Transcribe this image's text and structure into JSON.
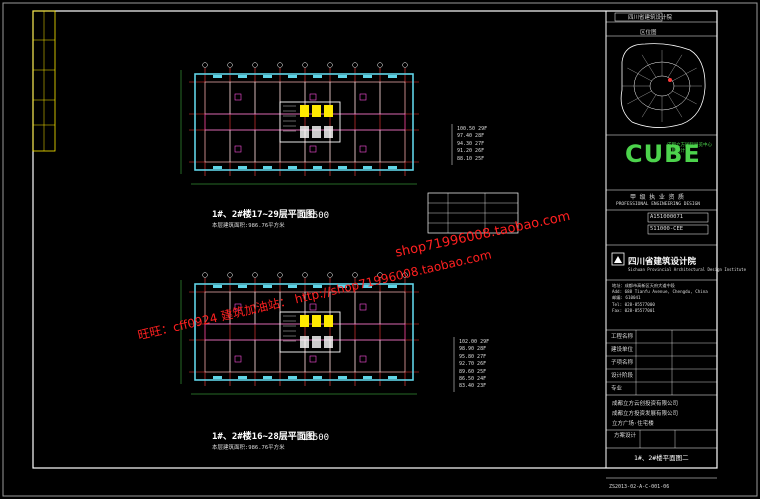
{
  "drawing": {
    "plan_upper": {
      "title": "1#、2#楼17~29层平面图",
      "scale": "1:500",
      "note": "本层建筑面积:986.76平方米"
    },
    "plan_lower": {
      "title": "1#、2#楼16~28层平面图",
      "scale": "1:500",
      "note": "本层建筑面积:986.76平方米"
    },
    "levels_upper": [
      "100.50 29F",
      "97.40 28F",
      "94.30 27F",
      "91.20 26F",
      "88.10 25F"
    ],
    "levels_lower": [
      "102.00 29F",
      "98.90 28F",
      "95.80 27F",
      "92.70 26F",
      "89.60 25F",
      "86.50 24F",
      "83.40 23F"
    ]
  },
  "title_block": {
    "header_label": "四川省建筑设计院",
    "map_label": "区位图",
    "cube_logo": "CUBE",
    "cube_sub": [
      "成都立方国际展览中心",
      "项目设计"
    ],
    "qualification_title": "甲 级 执 业 资 质",
    "qualification_en": "PROFESSIONAL ENGINEERING DESIGN",
    "cert_nos": [
      "A151000071",
      "511000-CEE"
    ],
    "institute_cn": "四川省建筑设计院",
    "institute_en": "Sichuan Provincial Architectural Design Institute",
    "address_lines": [
      "地址：成都市高新区天府大道中段",
      "Add: 688 Tianfu Avenue, Chengdu, China",
      "邮编: 610041",
      "Tel: 028-85577000",
      "Fax: 028-85577001"
    ],
    "rows": [
      "工程名称",
      "建设单位",
      "子项名称",
      "设计阶段",
      "专业"
    ],
    "client": "成都立方云创投资有限公司",
    "client2": "成都立方投资发展有限公司",
    "subproject": "立方广场·住宅楼",
    "stage": "方案设计",
    "sheet_title": "1#、2#楼平面图二",
    "drawing_no": "ZS2013-02-A-C-001-06"
  },
  "watermark": {
    "line1": "shop71996008.taobao.com",
    "line2": "旺旺：cff0924 建筑加油站： http://shop71996008.taobao.com"
  },
  "colors": {
    "frame": "#ffffff",
    "plan_wall": "#5fd3e6",
    "axis": "#ff3b3b",
    "core_fill": "#ffea00",
    "green": "#4cd34c",
    "magenta": "#ff4fe0"
  }
}
